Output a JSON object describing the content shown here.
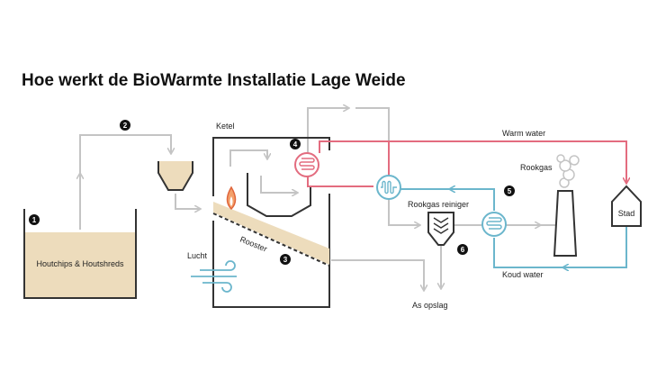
{
  "title": "Hoe werkt de BioWarmte Installatie Lage Weide",
  "labels": {
    "houtchips": "Houtchips & Houtshreds",
    "ketel": "Ketel",
    "lucht": "Lucht",
    "rooster": "Rooster",
    "warm_water": "Warm water",
    "koud_water": "Koud water",
    "rookgas": "Rookgas",
    "rookgas_reiniger": "Rookgas reiniger",
    "as_opslag": "As opslag",
    "stad": "Stad"
  },
  "steps": [
    "1",
    "2",
    "3",
    "4",
    "5",
    "6"
  ],
  "colors": {
    "warm": "#e36c7f",
    "cold": "#6bb6cc",
    "flow": "#c4c4c4",
    "fuel": "#eddcbc",
    "outline": "#333333"
  },
  "icons": [
    "flame-icon",
    "wind-icon",
    "heat-exchanger-icon",
    "filter-icon",
    "chimney-icon",
    "smoke-icon",
    "house-icon"
  ]
}
